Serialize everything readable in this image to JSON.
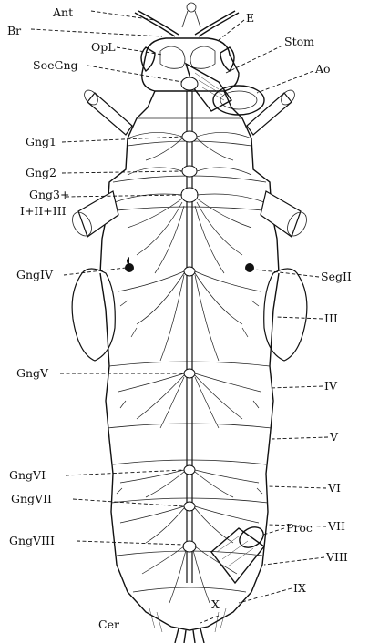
{
  "labels": {
    "ant": "Ant",
    "br": "Br",
    "opl": "OpL",
    "e": "E",
    "stom": "Stom",
    "ao": "Ao",
    "soegng": "SoeGng",
    "gng1": "Gng1",
    "gng2": "Gng2",
    "gng3": "Gng3+",
    "gng3sub": "I+II+III",
    "gngIV": "GngIV",
    "segII": "SegII",
    "iii": "III",
    "gngV": "GngV",
    "iv": "IV",
    "v": "V",
    "gngVI": "GngVI",
    "vi": "VI",
    "gngVII": "GngVII",
    "vii": "VII",
    "gngVIII": "GngVIII",
    "proc": "Proc",
    "viii": "VIII",
    "ix": "IX",
    "x": "X",
    "cer": "Cer"
  }
}
